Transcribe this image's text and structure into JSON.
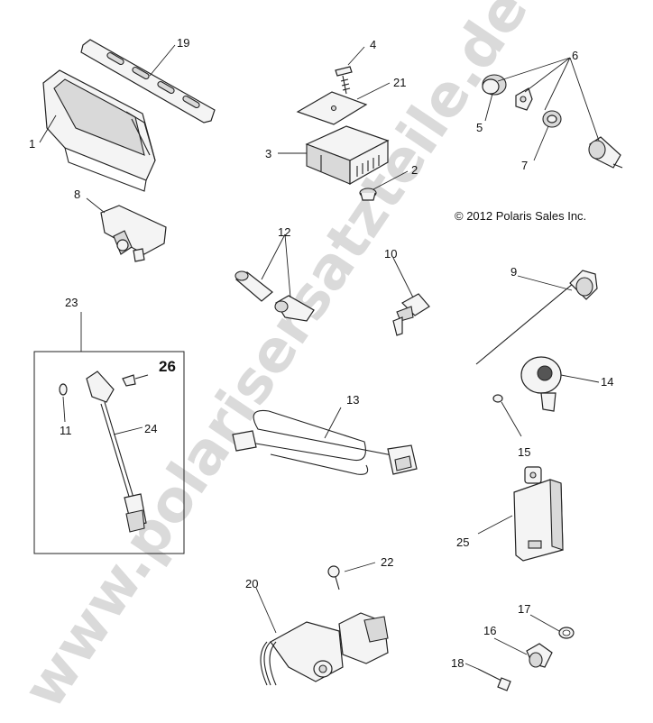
{
  "copyright": "© 2012 Polaris Sales Inc.",
  "watermark": "www.polarisersatzteile.de",
  "callouts": {
    "c1": "1",
    "c2": "2",
    "c3": "3",
    "c4": "4",
    "c5": "5",
    "c6": "6",
    "c7": "7",
    "c8": "8",
    "c9": "9",
    "c10": "10",
    "c11": "11",
    "c12": "12",
    "c13": "13",
    "c14": "14",
    "c15": "15",
    "c16": "16",
    "c17": "17",
    "c18": "18",
    "c19": "19",
    "c20": "20",
    "c21": "21",
    "c22": "22",
    "c23": "23",
    "c24": "24",
    "c25": "25",
    "c26": "26"
  }
}
